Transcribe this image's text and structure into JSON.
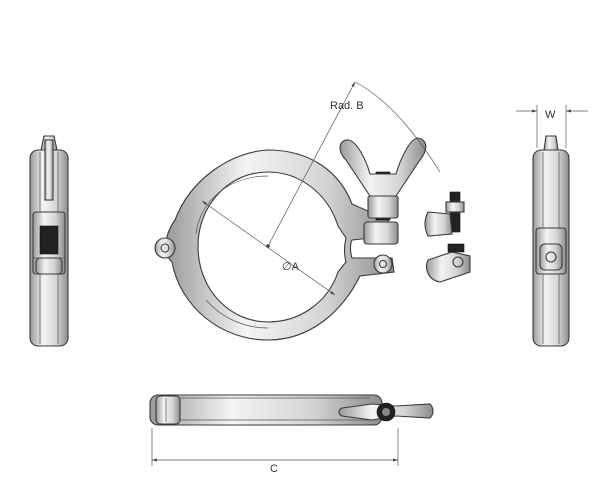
{
  "diagram": {
    "labels": {
      "diameter": "∅A",
      "radius": "Rad. B",
      "width": "W",
      "length": "C"
    },
    "views": [
      "front-view",
      "left-side-view",
      "right-side-view",
      "bottom-view",
      "wing-nut-exploded-detail"
    ],
    "colors": {
      "line": "#3a3a3a",
      "metal_light": "#f4f4f4",
      "metal_dark": "#9a9a9a",
      "thread": "#1e1e1e"
    }
  }
}
